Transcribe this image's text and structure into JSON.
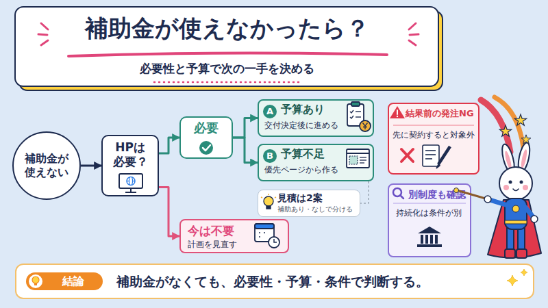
{
  "diagram": {
    "title": "補助金が使えなかったら？",
    "nodes": [
      {
        "text": [
          "補助金が 使えない"
        ]
      },
      {
        "text": [
          "HPは 必要？"
        ]
      },
      {
        "text": [
          "必要"
        ]
      },
      {
        "text": [
          "A",
          "予算あり",
          "交付決定後に進める"
        ]
      },
      {
        "text": [
          "B",
          "予算不足",
          "優先ページから作る"
        ]
      },
      {
        "text": [
          "見積は2案",
          "補助あり・なしで分ける"
        ]
      },
      {
        "text": [
          "今は不要",
          "計画を見直す"
        ]
      },
      {
        "text": [
          "結果前の発注NG",
          "先に契約すると対象外"
        ]
      },
      {
        "text": [
          "別制度も確認",
          "持続化は条件が別"
        ]
      },
      {
        "text": [
          "結論",
          "補助金がなくても、必要性・予算・条件で判断する。"
        ]
      }
    ],
    "edges": [
      {
        "from": 0,
        "to": 1,
        "arrow": "to"
      },
      {
        "from": 1,
        "to": 2,
        "arrow": "to"
      },
      {
        "from": 2,
        "to": 3,
        "arrow": "to"
      },
      {
        "from": 2,
        "to": 4,
        "arrow": "to"
      },
      {
        "from": 1,
        "to": 6,
        "arrow": "to"
      },
      {
        "from": 4,
        "to": 5,
        "arrow": "none"
      }
    ],
    "labels": [
      "必要性と予算で次の一手を決める"
    ]
  }
}
